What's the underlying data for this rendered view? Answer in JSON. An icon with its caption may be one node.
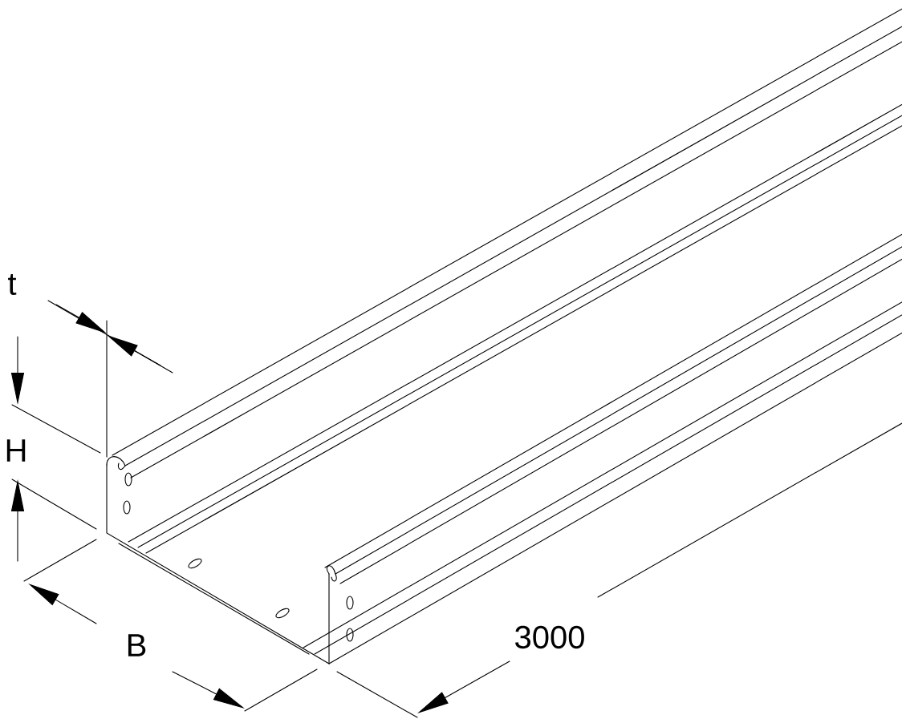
{
  "diagram": {
    "labels": [
      "t",
      "H",
      "B",
      "3000"
    ]
  }
}
